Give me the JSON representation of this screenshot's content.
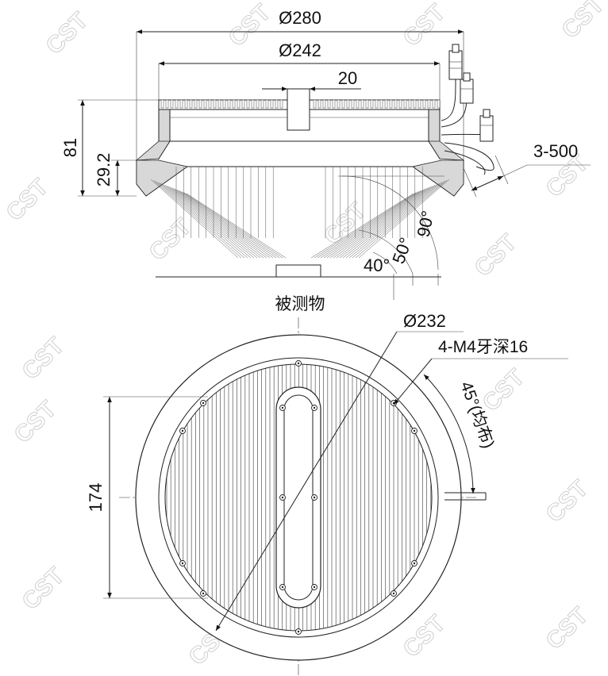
{
  "drawing": {
    "side_view": {
      "outer_diameter": "Ø280",
      "inner_diameter": "Ø242",
      "center_width": "20",
      "total_height": "81",
      "lower_height": "29.2",
      "cable_length": "3-500",
      "angle_90": "90°",
      "angle_50": "50°",
      "angle_40": "40°",
      "object_label": "被测物"
    },
    "top_view": {
      "diameter": "Ø232",
      "thread_holes": "4-M4牙深16",
      "hole_spacing": "45°(均布)",
      "height": "174"
    },
    "watermark": "CST",
    "colors": {
      "line": "#222222",
      "watermark": "#cfcfcf",
      "fill": "#ffffff"
    }
  }
}
